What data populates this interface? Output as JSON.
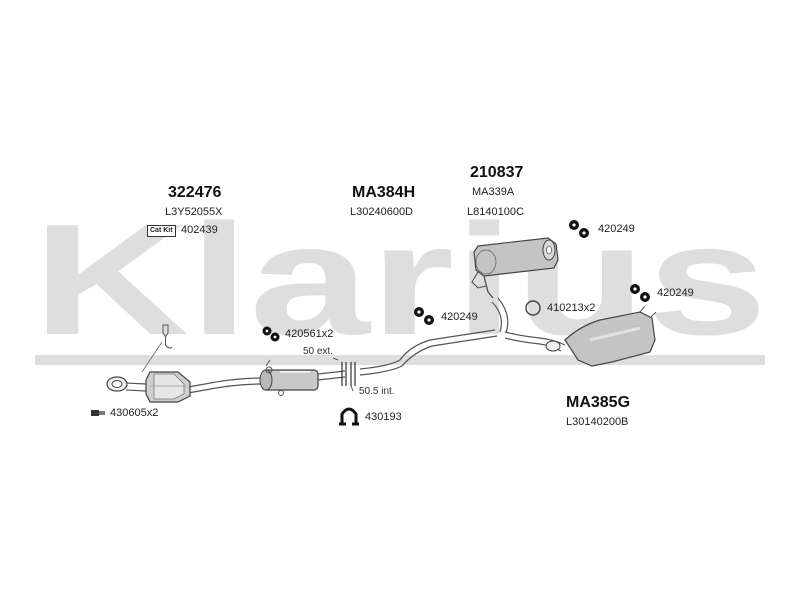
{
  "watermark": {
    "text": "Klarius",
    "color": "#dedede"
  },
  "groups": {
    "cat": {
      "part_number": "322476",
      "reference": "L3Y52055X",
      "kit_tag": "Cat Kit",
      "kit_number": "402439"
    },
    "middle": {
      "part_number": "MA384H",
      "reference": "L30240600D"
    },
    "front_rear": {
      "part_number": "210837",
      "alt_number": "MA339A",
      "reference": "L8140100C"
    },
    "rear": {
      "part_number": "MA385G",
      "reference": "L30140200B"
    }
  },
  "fittings": {
    "hanger_top": "420249",
    "hanger_right": "420249",
    "hanger_mid": "420249",
    "gasket_ring": "410213x2",
    "hanger_middle": "420561x2",
    "clamp": "430193",
    "bolts": "430605x2"
  },
  "dimensions": {
    "ext": "50 ext.",
    "int": "50.5 int."
  }
}
